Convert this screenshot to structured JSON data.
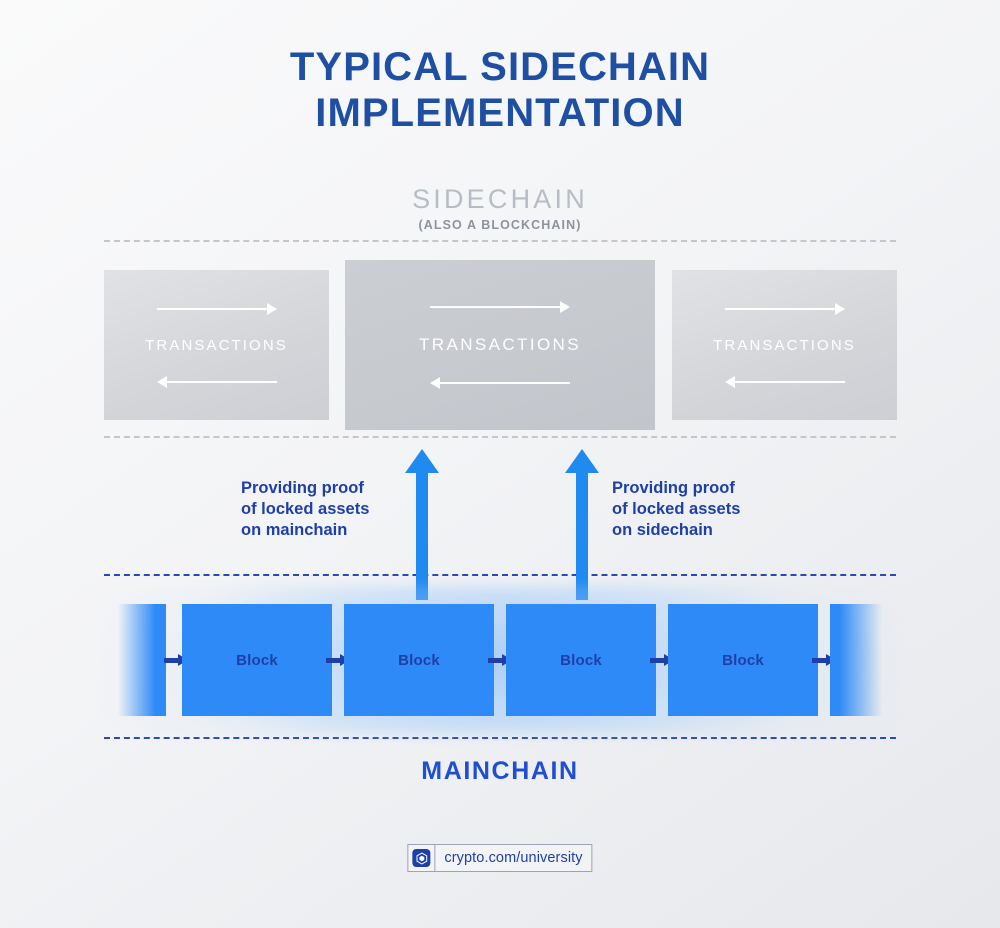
{
  "title": {
    "line1": "TYPICAL SIDECHAIN",
    "line2": "IMPLEMENTATION",
    "color": "#1f4fa3"
  },
  "sidechain": {
    "heading": "SIDECHAIN",
    "subheading": "(ALSO A BLOCKCHAIN)",
    "heading_color": "#b8bcc4",
    "sub_color": "#8d929c",
    "boxes": [
      {
        "label": "TRANSACTIONS",
        "arrow_right": "arrow-right-icon",
        "arrow_left": "arrow-left-icon"
      },
      {
        "label": "TRANSACTIONS",
        "arrow_right": "arrow-right-icon",
        "arrow_left": "arrow-left-icon"
      },
      {
        "label": "TRANSACTIONS",
        "arrow_right": "arrow-right-icon",
        "arrow_left": "arrow-left-icon"
      }
    ],
    "box_color": "#d3d5d9",
    "box_color_center": "#c6c9ce"
  },
  "proofs": [
    {
      "text": "Providing proof\nof locked assets\non mainchain",
      "arrow": "arrow-up-icon",
      "color": "#1f3fa8"
    },
    {
      "text": "Providing proof\nof locked assets\non sidechain",
      "arrow": "arrow-up-icon",
      "color": "#1f3fa8"
    }
  ],
  "mainchain": {
    "caption": "MAINCHAIN",
    "caption_color": "#1f4fd0",
    "block_color": "#2e8af7",
    "block_label_color": "#1f3fa8",
    "blocks": [
      {
        "label": "",
        "partial": true
      },
      {
        "label": "Block",
        "partial": false
      },
      {
        "label": "Block",
        "partial": false
      },
      {
        "label": "Block",
        "partial": false
      },
      {
        "label": "Block",
        "partial": false
      },
      {
        "label": "",
        "partial": true
      }
    ],
    "connector_arrows": 5
  },
  "dividers": {
    "gray_color": "#c3c6cc",
    "blue_color": "#2a49b8"
  },
  "footer": {
    "logo": "crypto-com-logo-icon",
    "url": "crypto.com/university",
    "color": "#1f3fa8"
  }
}
